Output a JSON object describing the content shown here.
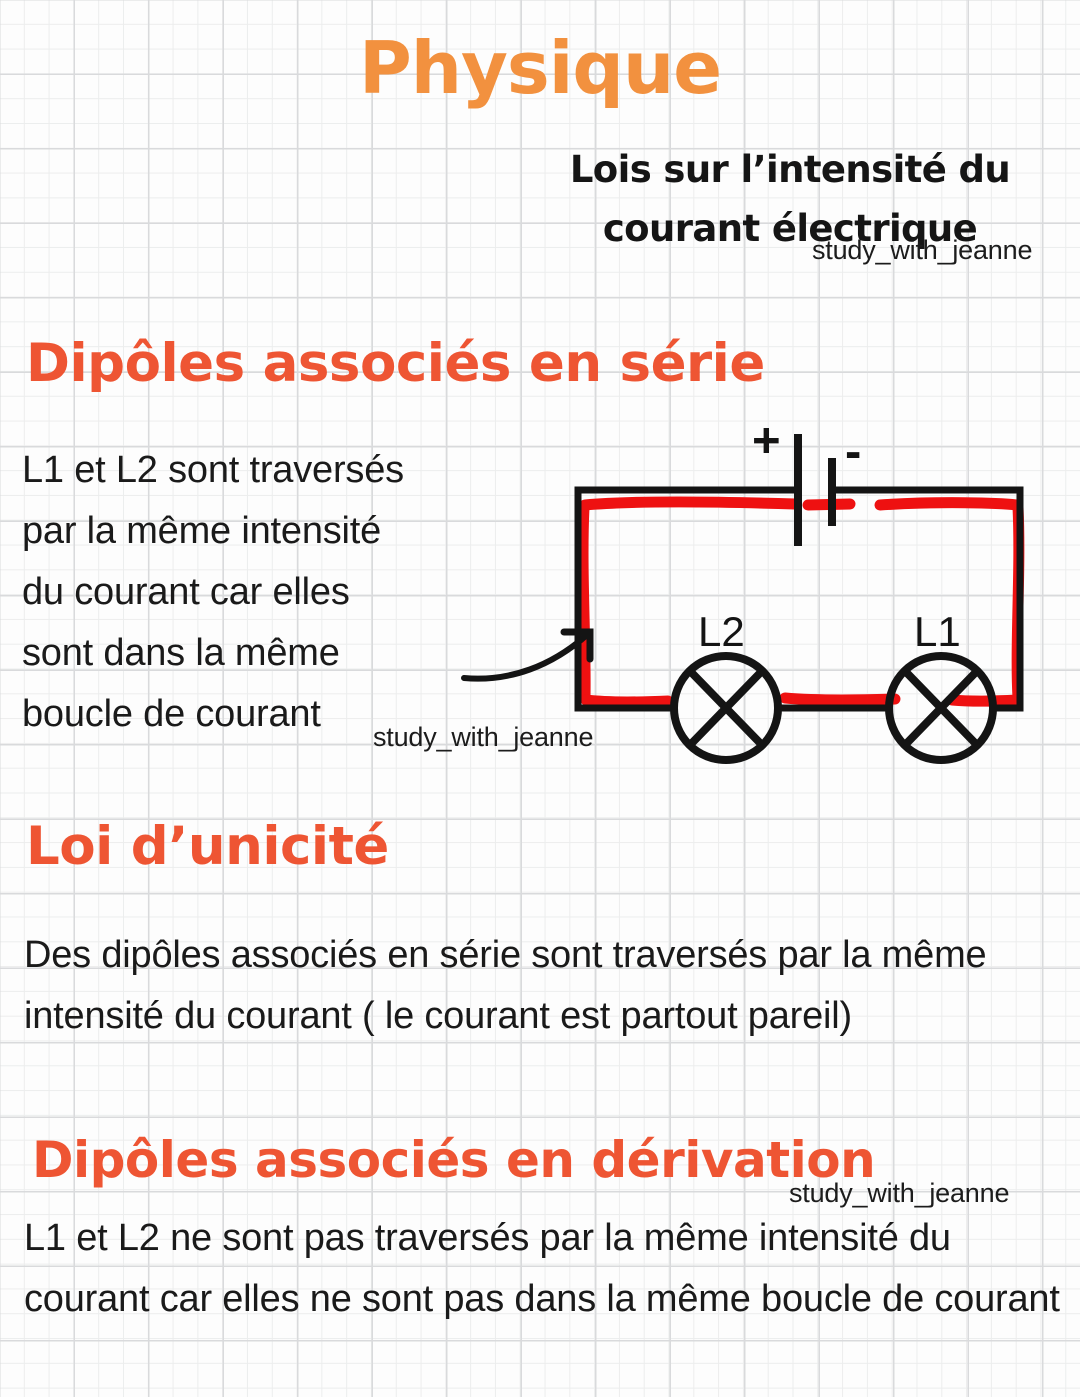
{
  "page": {
    "title": "Physique",
    "subtitle": "Lois sur l’intensité du courant électrique",
    "background": "grid-paper",
    "colors": {
      "title_orange": "#f2913f",
      "heading_orange_red": "#ee5533",
      "body_black": "#1a1a1a",
      "highlight_red": "#ee1111",
      "grid_line_light": "#eceded",
      "grid_line_bold": "#d9dadc",
      "paper": "#fdfdfd"
    }
  },
  "watermark": {
    "text": "study_with_jeanne",
    "top": "study_with_jeanne",
    "middle": "study_with_jeanne",
    "bottom": "study_with_jeanne"
  },
  "sections": {
    "serie": {
      "heading": "Dipôles associés en série",
      "body": "L1 et L2 sont traversés\npar la même intensité\ndu courant car elles\nsont dans la même\nboucle de courant"
    },
    "unicite": {
      "heading": "Loi d’unicité",
      "body": "Des dipôles associés en série sont traversés par la même intensité du courant ( le courant est partout pareil)"
    },
    "derivation": {
      "heading": "Dipôles associés en dérivation",
      "body": "L1 et L2 ne sont pas traversés par la même intensité du courant car elles ne sont pas dans la même boucle de courant"
    }
  },
  "circuit": {
    "name": "series-circuit-diagram",
    "battery": {
      "plus_label": "+",
      "minus_label": "-"
    },
    "lamps": [
      {
        "id": "lamp-l2",
        "label": "L2"
      },
      {
        "id": "lamp-l1",
        "label": "L1"
      }
    ],
    "annotation_arrow": "curved-arrow-to-current-loop",
    "highlight": {
      "color": "#ee1111",
      "meaning": "boucle de courant"
    }
  }
}
